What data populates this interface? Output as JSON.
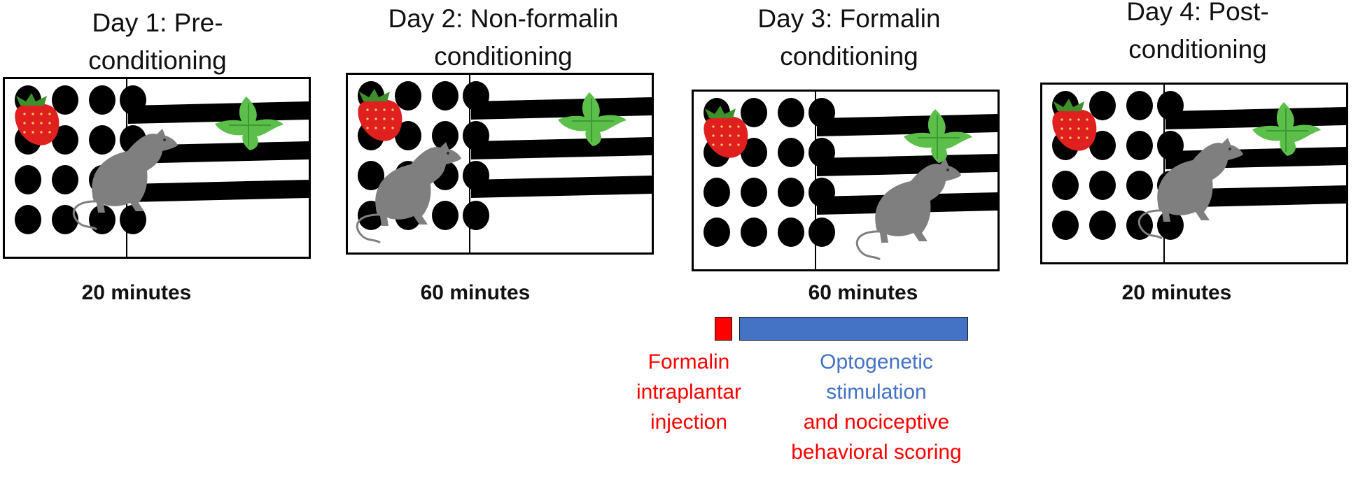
{
  "panels": [
    {
      "title_line1": "Day 1: Pre-",
      "title_line2": "conditioning",
      "duration": "20 minutes"
    },
    {
      "title_line1": "Day 2: Non-formalin",
      "title_line2": "conditioning",
      "duration": "60 minutes"
    },
    {
      "title_line1": "Day 3: Formalin",
      "title_line2": "conditioning",
      "duration": "60 minutes"
    },
    {
      "title_line1": "Day 4: Post-",
      "title_line2": "conditioning",
      "duration": "20 minutes"
    }
  ],
  "timeline": {
    "formalin_label": [
      "Formalin",
      "intraplantar",
      "injection"
    ],
    "opto_label_blue": [
      "Optogenetic",
      "stimulation"
    ],
    "opto_label_red": [
      "and nociceptive",
      "behavioral scoring"
    ]
  },
  "colors": {
    "formalin": "#ff0000",
    "optogenetic": "#4472c4",
    "label_red": "#ff0000",
    "label_blue": "#4472c4",
    "mouse": "#7f7f7f",
    "dots": "#000000",
    "stripes": "#000000",
    "strawberry": "#e0201f",
    "mint": "#5bbf4a"
  },
  "icons": [
    "strawberry-icon",
    "mint-leaf-icon",
    "mouse-icon"
  ]
}
